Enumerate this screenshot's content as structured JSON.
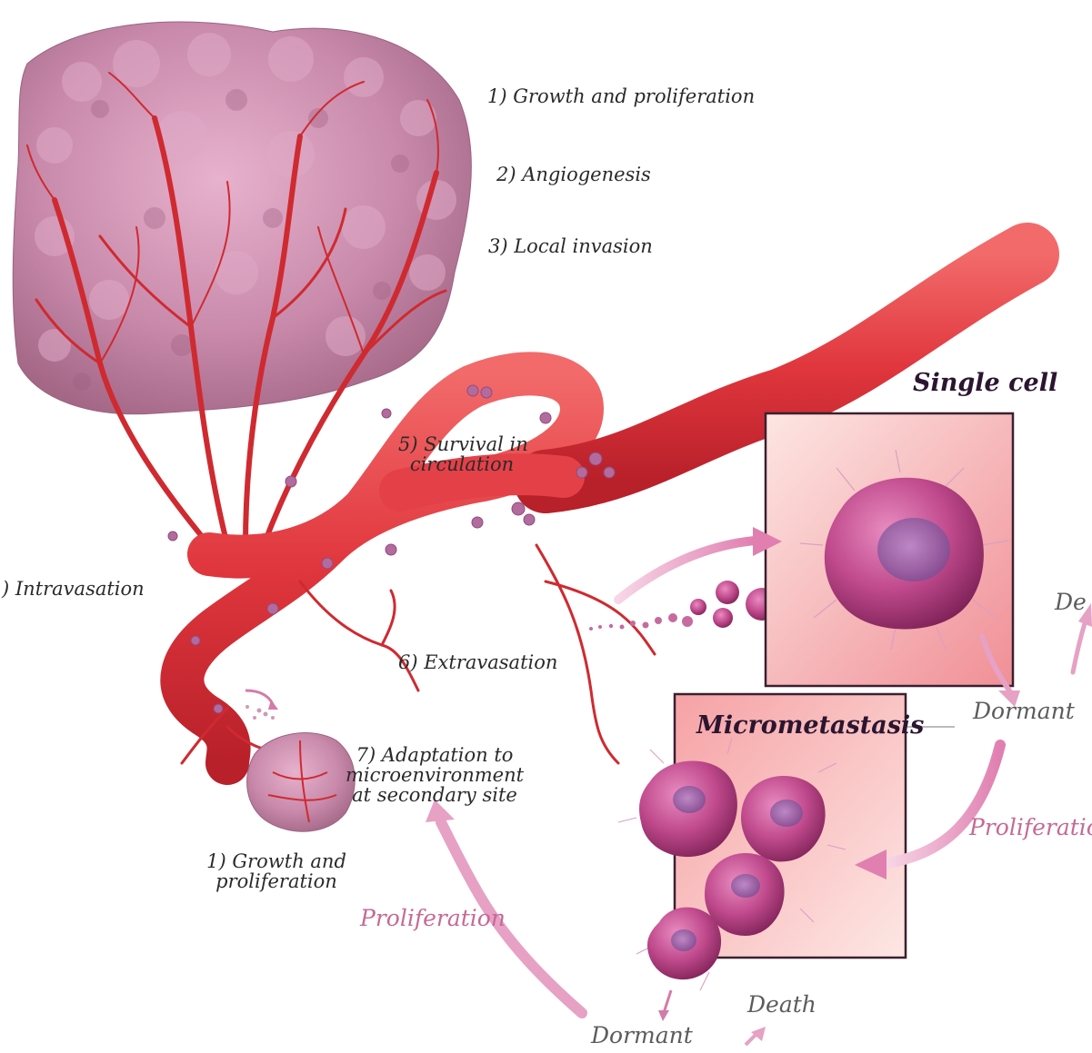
{
  "labels": {
    "growth_primary": "1) Growth and proliferation",
    "angiogenesis": "2) Angiogenesis",
    "local_invasion": "3) Local invasion",
    "intravasation": ") Intravasation",
    "survival_line1": "5) Survival in",
    "survival_line2": "circulation",
    "extravasation": "6) Extravasation",
    "adaptation_line1": "7) Adaptation to",
    "adaptation_line2": "microenvironment",
    "adaptation_line3": "at secondary site",
    "growth_secondary_line1": "1) Growth and",
    "growth_secondary_line2": "proliferation",
    "single_cell": "Single cell",
    "micrometastasis": "Micrometastasis",
    "dormant_right": "Dormant",
    "proliferation_right": "Proliferation",
    "death_right_partial": "De",
    "proliferation_bottom": "Proliferation",
    "dormant_bottom": "Dormant",
    "death_bottom": "Death"
  },
  "colors": {
    "tumor": "#c77fa4",
    "vessel": "#d62f35",
    "box_fill": "#f4b0b0",
    "arrow": "#e6a1c4",
    "cell": "#b93b86"
  }
}
